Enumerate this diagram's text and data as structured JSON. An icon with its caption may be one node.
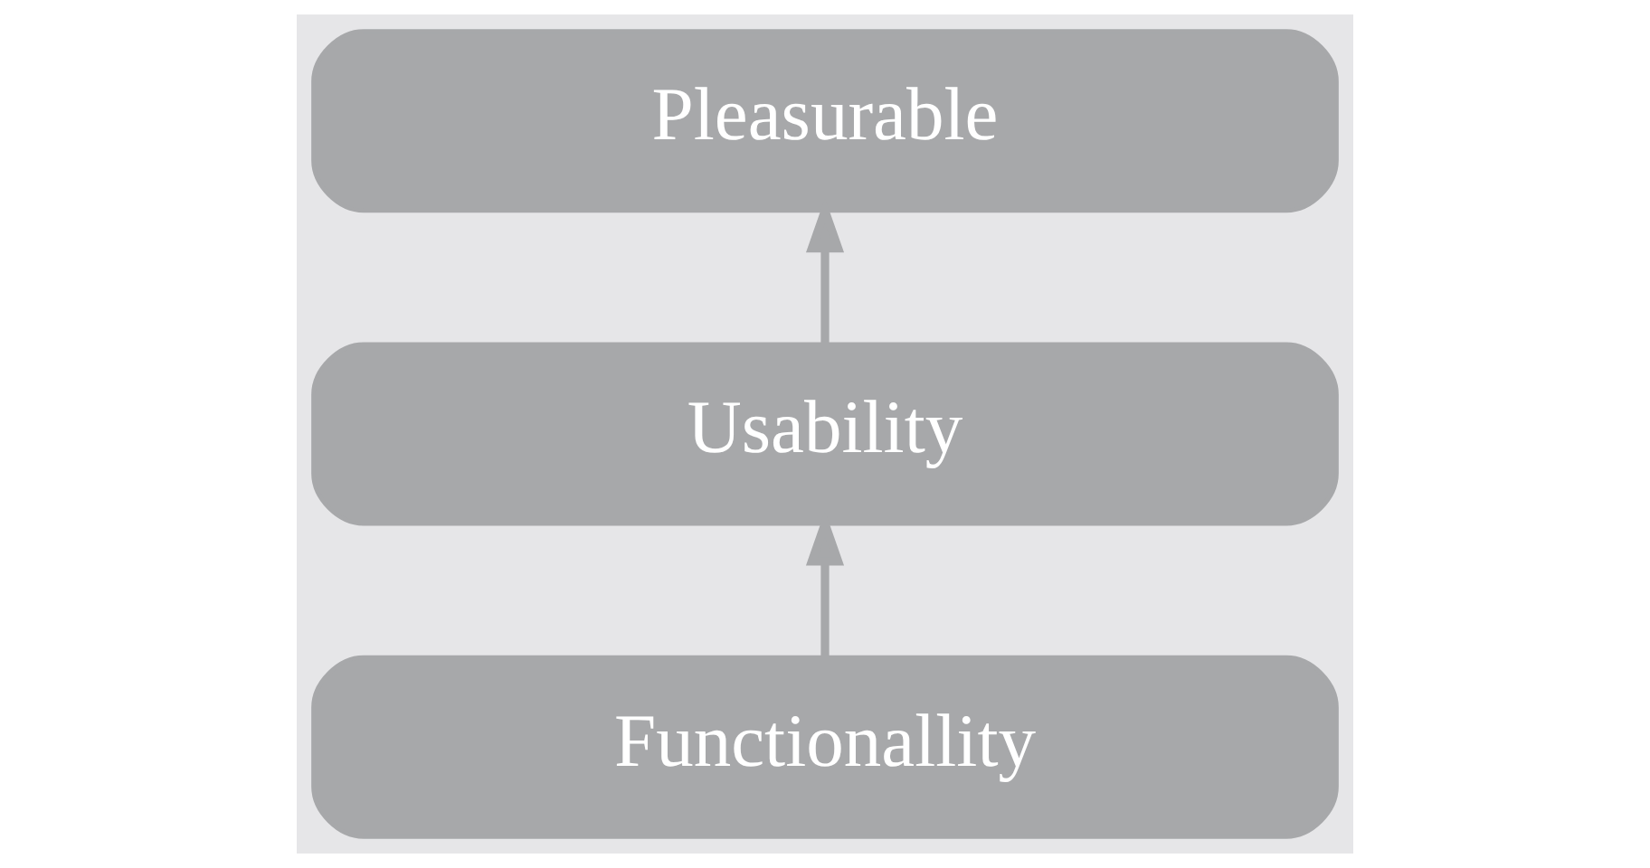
{
  "diagram": {
    "nodes": [
      {
        "text": [
          "Pleasurable"
        ]
      },
      {
        "text": [
          "Usability"
        ]
      },
      {
        "text": [
          "Functionallity"
        ]
      }
    ],
    "edges": [
      {
        "from": 2,
        "to": 1,
        "arrow": "to"
      },
      {
        "from": 1,
        "to": 0,
        "arrow": "to"
      }
    ]
  }
}
